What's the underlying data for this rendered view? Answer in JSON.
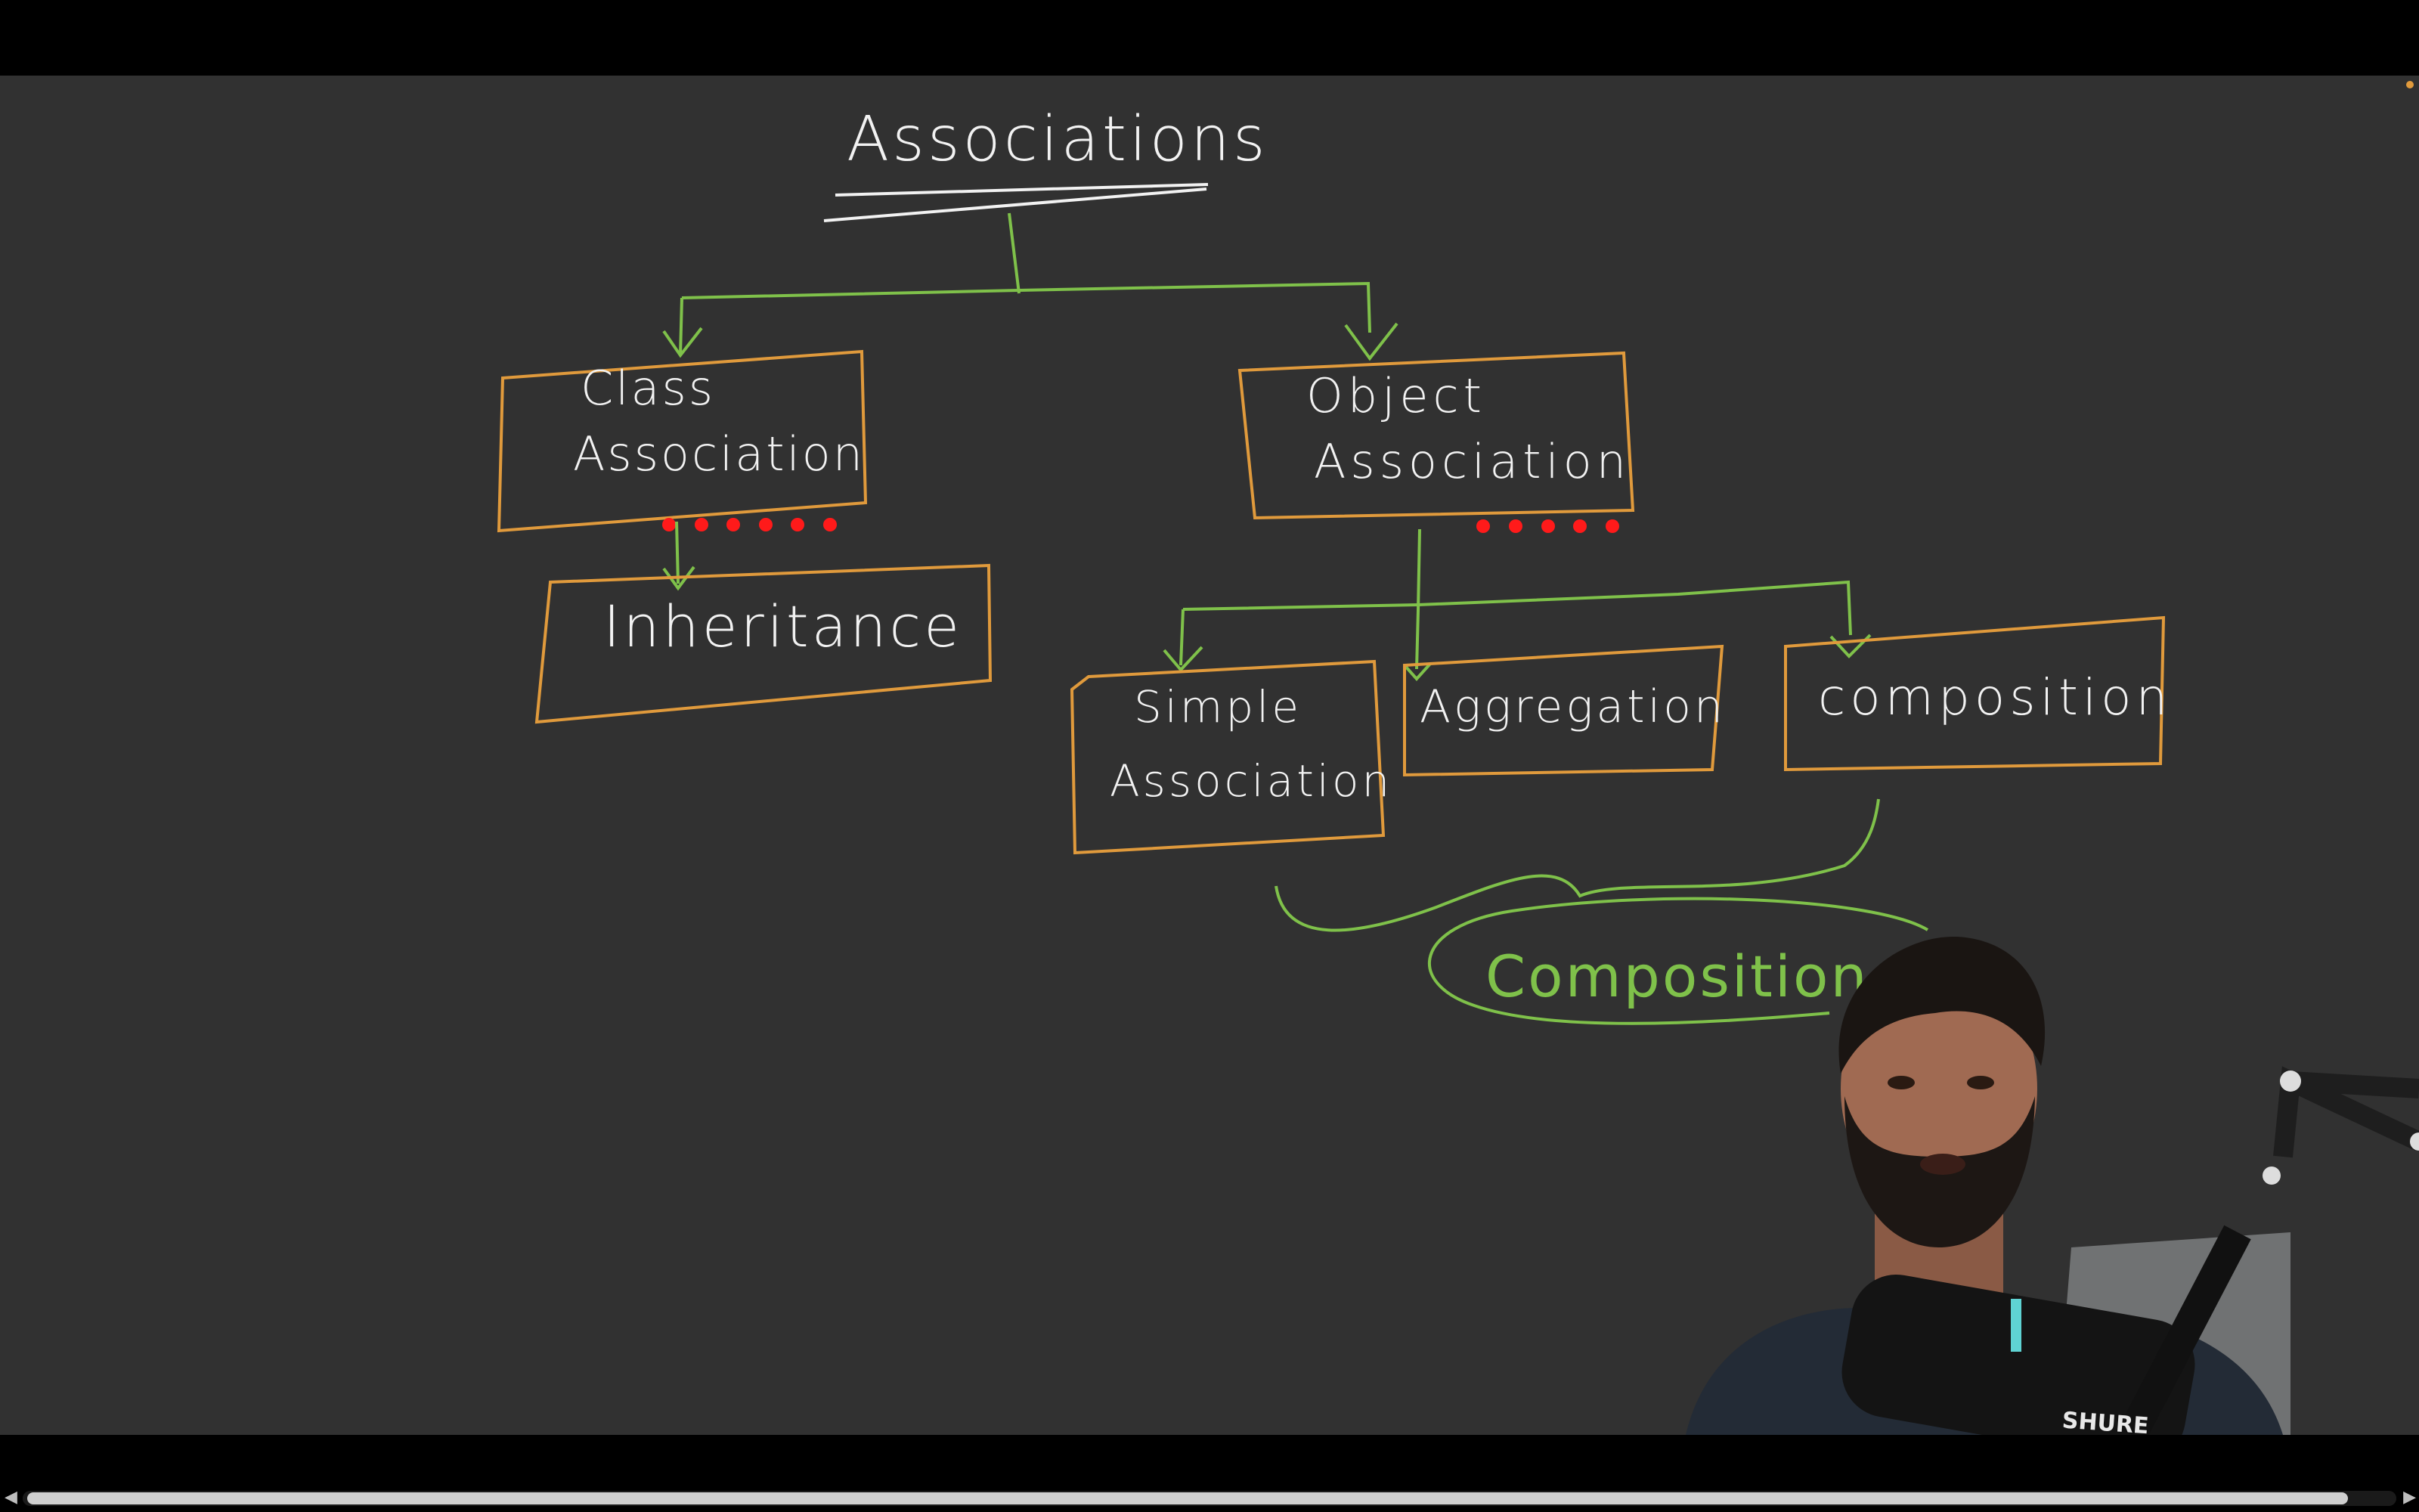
{
  "diagram": {
    "title": "Associations",
    "nodes": {
      "class_association": "Class\nAssociation",
      "object_association": "Object\nAssociation",
      "inheritance": "Inheritance",
      "simple_association": "Simple\nAssociation",
      "aggregation": "Aggregation",
      "composition": "composition"
    },
    "annotation": "Composition"
  },
  "webcam": {
    "mic_brand": "SHURE"
  },
  "colors": {
    "board": "#313131",
    "box_stroke": "#e09a3c",
    "arrow_stroke": "#7fc14a",
    "text": "#f2f2f2",
    "laser_dots": "#ff1a1a"
  },
  "icons": {
    "scroll_left": "◀",
    "scroll_right": "▶"
  }
}
